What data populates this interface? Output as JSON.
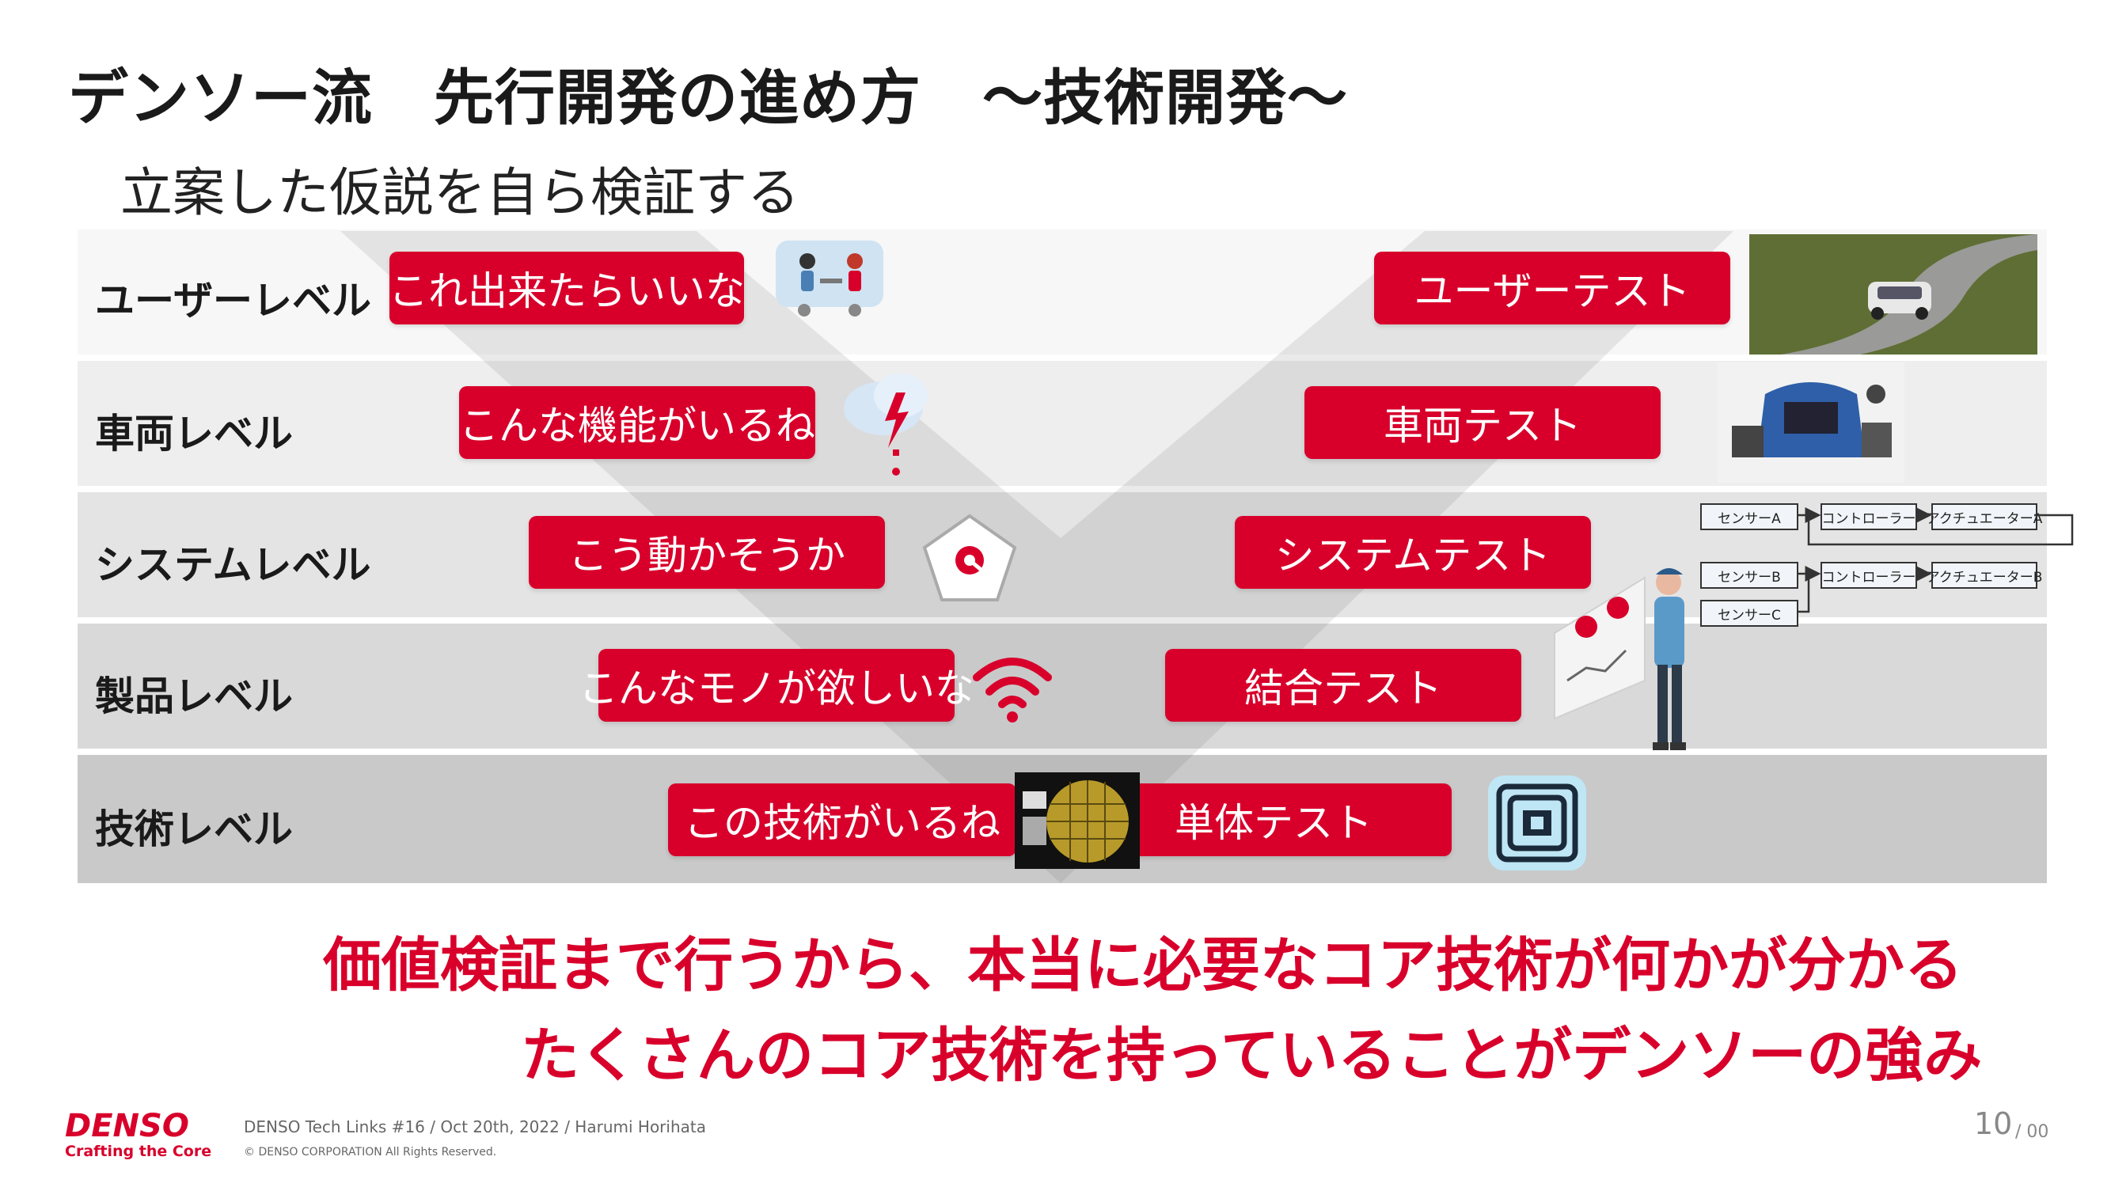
{
  "slide": {
    "title": "デンソー流　先行開発の進め方　～技術開発～",
    "subtitle": "立案した仮説を自ら検証する"
  },
  "levels": [
    {
      "label": "ユーザーレベル",
      "left_pill": "これ出来たらいいな",
      "right_pill": "ユーザーテスト"
    },
    {
      "label": "車両レベル",
      "left_pill": "こんな機能がいるね",
      "right_pill": "車両テスト"
    },
    {
      "label": "システムレベル",
      "left_pill": "こう動かそうか",
      "right_pill": "システムテスト"
    },
    {
      "label": "製品レベル",
      "left_pill": "こんなモノが欲しいな",
      "right_pill": "結合テスト"
    },
    {
      "label": "技術レベル",
      "left_pill": "この技術がいるね",
      "right_pill": "単体テスト"
    }
  ],
  "system_flow": {
    "sensor_a": "センサーA",
    "sensor_b": "センサーB",
    "sensor_c": "センサーC",
    "controller_1": "コントローラー",
    "controller_2": "コントローラー",
    "actuator_a": "アクチュエーターA",
    "actuator_b": "アクチュエーターB"
  },
  "icons": {
    "level_1": "meeting-people-icon",
    "level_2": "cloud-alert-icon",
    "level_3": "gear-pentagon-icon",
    "level_4": "wifi-icon",
    "level_5_left": "semiconductor-wafer-icon",
    "level_5_right": "nfc-chip-icon"
  },
  "conclusion": {
    "line1": "価値検証まで行うから、本当に必要なコア技術が何かが分かる",
    "line2": "たくさんのコア技術を持っていることがデンソーの強み"
  },
  "footer": {
    "brand": "DENSO",
    "tagline": "Crafting the Core",
    "event": "DENSO Tech Links #16 / Oct 20th, 2022 / Harumi Horihata",
    "copyright": "© DENSO CORPORATION All Rights Reserved.",
    "page_number": "10",
    "page_total": "/ 00"
  },
  "colors": {
    "accent_red": "#d8002b",
    "band_1": "#f7f7f7",
    "band_2": "#eeeeee",
    "band_3": "#e4e4e4",
    "band_4": "#d9d9d9",
    "band_5": "#c9c9c9"
  }
}
